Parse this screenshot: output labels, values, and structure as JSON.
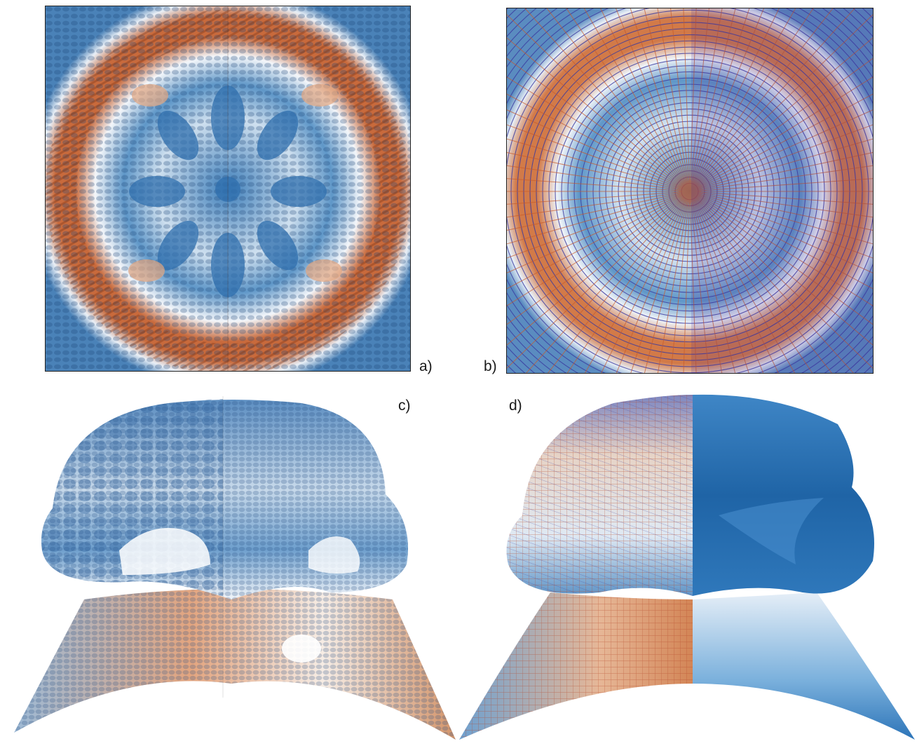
{
  "figure": {
    "panels": [
      {
        "id": "a",
        "label": "a)",
        "kind": "flat-square-ellipse-glyphs"
      },
      {
        "id": "b",
        "label": "b)",
        "kind": "flat-square-streamlines"
      },
      {
        "id": "c",
        "label": "c)",
        "kind": "surface-ellipse-glyphs"
      },
      {
        "id": "d",
        "label": "d)",
        "kind": "surface-streamlines-and-shaded"
      }
    ]
  },
  "colors": {
    "orange": "#c86a3c",
    "orange_light": "#e7b190",
    "blue": "#2f6fae",
    "blue_light": "#a8c6e2",
    "blue_deep": "#1e5f9c",
    "purple_line": "#3a3aa0",
    "red_line": "#c85a2a",
    "white": "#ffffff"
  }
}
